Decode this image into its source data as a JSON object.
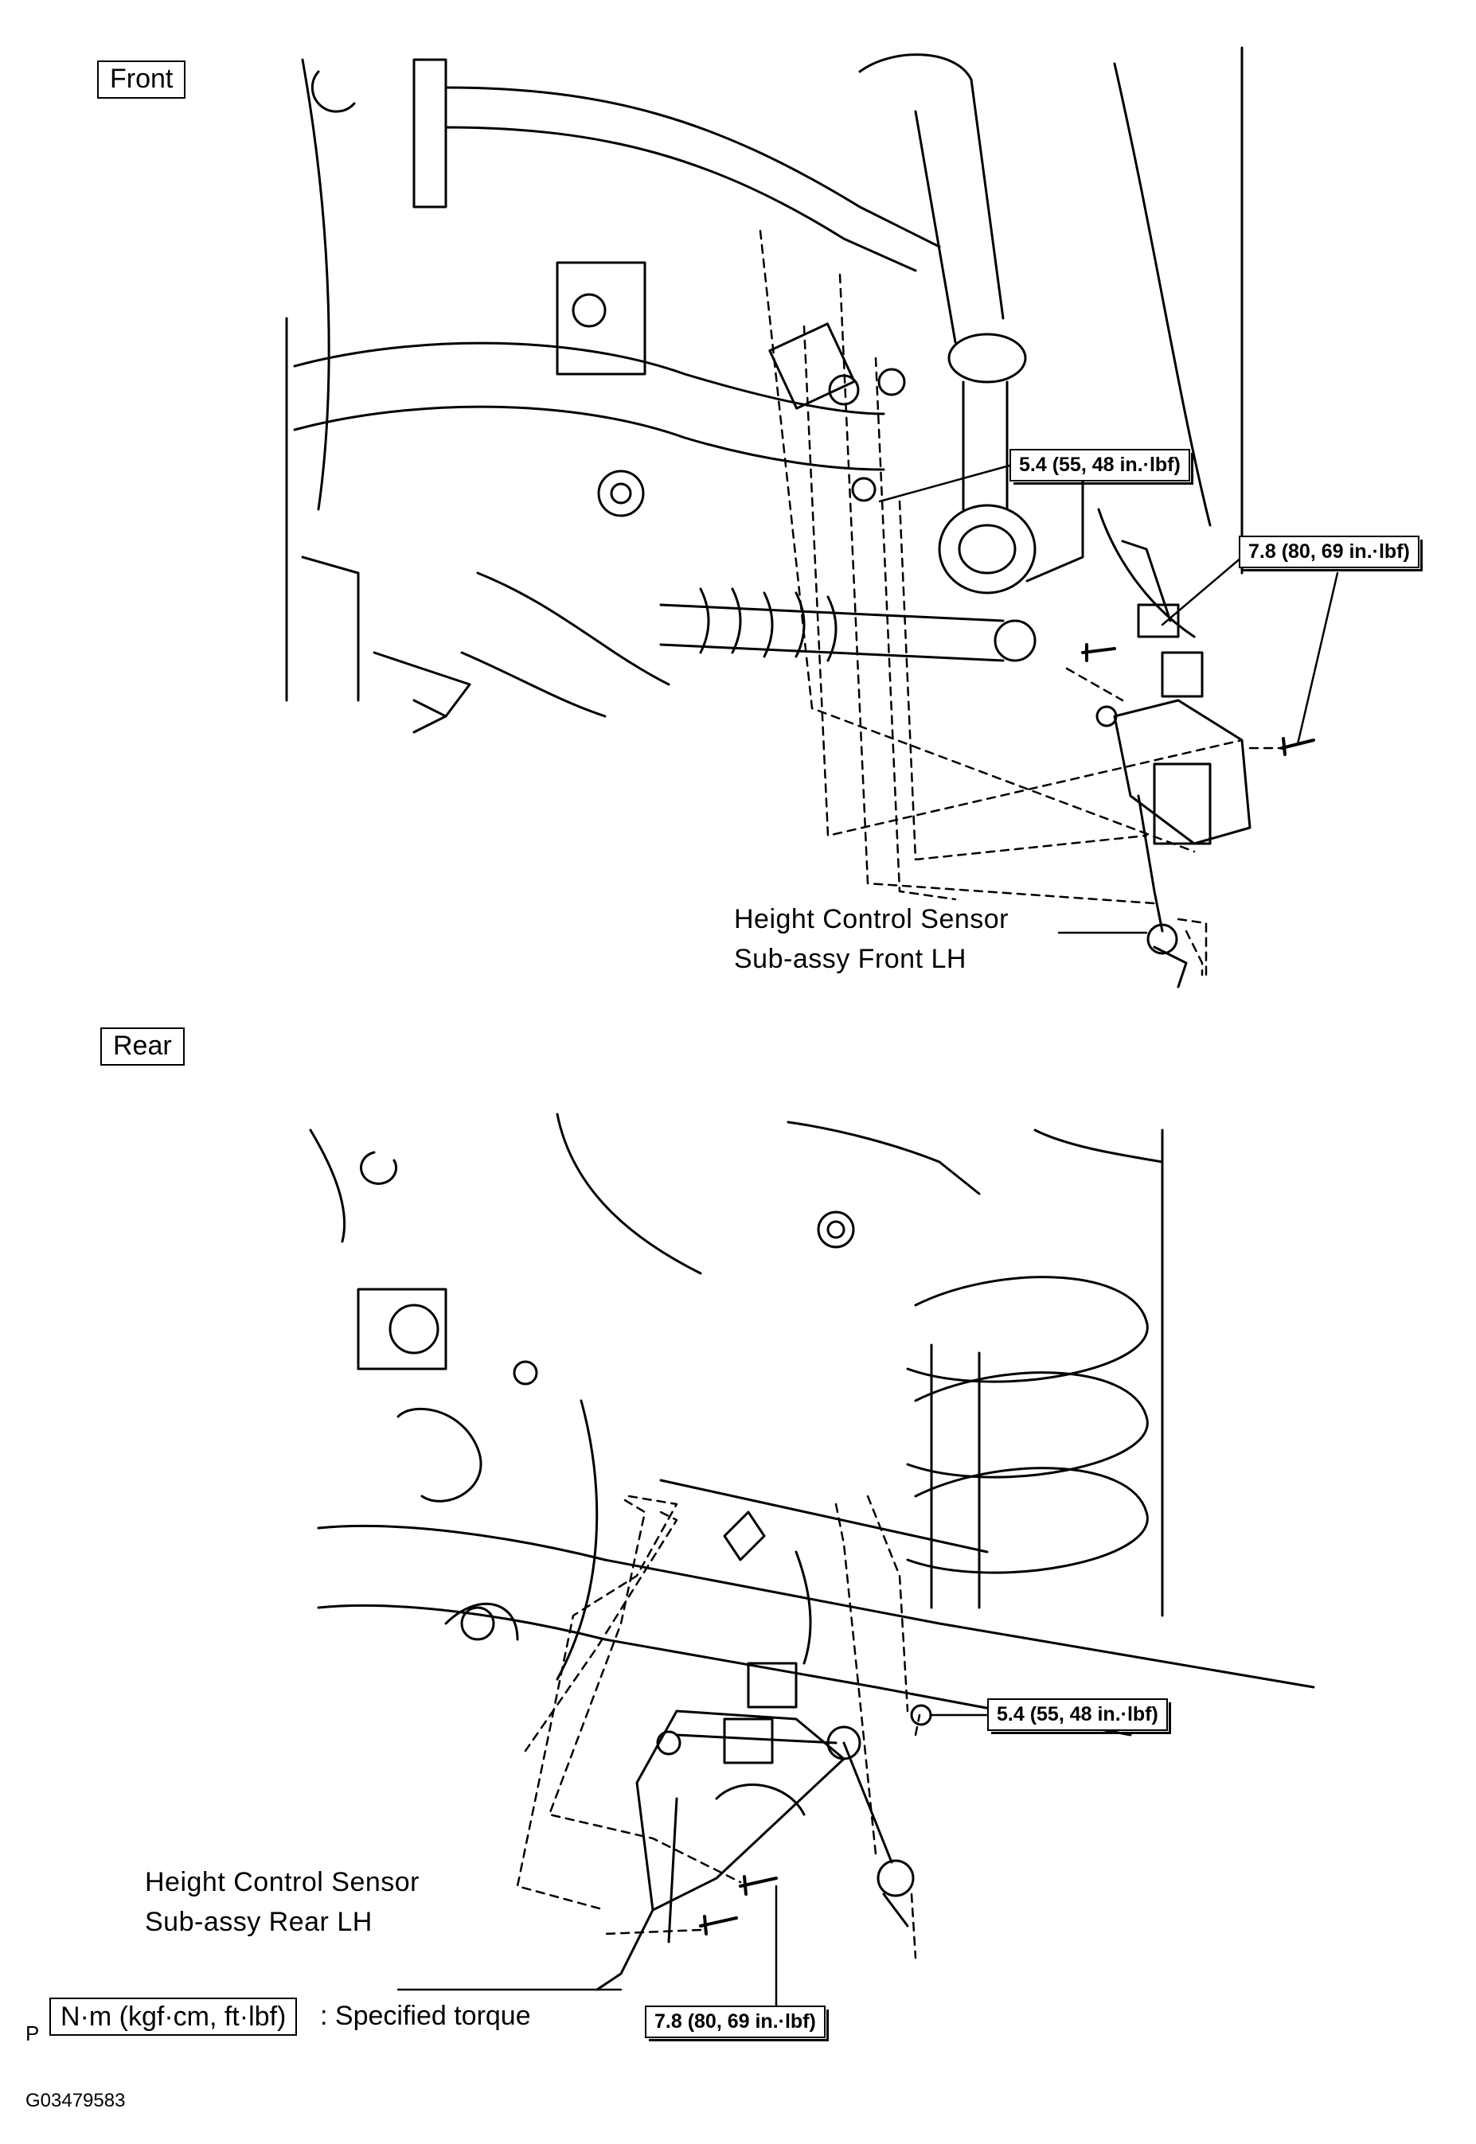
{
  "sections": {
    "front": {
      "label": "Front"
    },
    "rear": {
      "label": "Rear"
    }
  },
  "torques": {
    "front_nut": "5.4 (55, 48 in.·lbf)",
    "front_bolts": "7.8 (80, 69 in.·lbf)",
    "rear_nut": "5.4 (55, 48 in.·lbf)",
    "rear_bolts": "7.8 (80, 69 in.·lbf)"
  },
  "callouts": {
    "front_sensor_line1": "Height Control Sensor",
    "front_sensor_line2": "Sub-assy Front LH",
    "rear_sensor_line1": "Height Control Sensor",
    "rear_sensor_line2": "Sub-assy Rear LH"
  },
  "legend": {
    "prefix": "P",
    "unit_box": "N·m (kgf·cm, ft·lbf)",
    "description": ": Specified torque"
  },
  "figure_id": "G03479583"
}
